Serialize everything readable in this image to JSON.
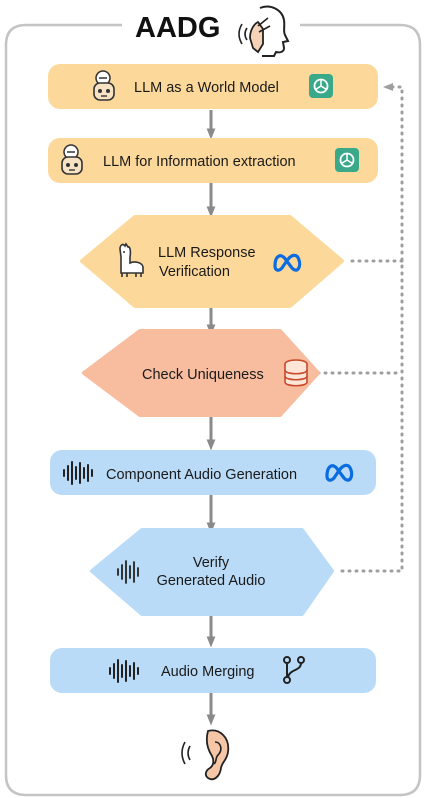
{
  "title": "AADG",
  "colors": {
    "orange_fill": "#fcd99a",
    "salmon_fill": "#f8bd9f",
    "blue_fill": "#b9dbf7",
    "arrow": "#8a8a8a",
    "frame": "#c4c4c4",
    "dotted": "#9e9e9e"
  },
  "nodes": [
    {
      "id": "world-model",
      "shape": "rect",
      "color": "orange",
      "lines": [
        "LLM as a World Model"
      ],
      "left_icon": "robot-icon",
      "right_icon": "openai-logo-icon"
    },
    {
      "id": "info-extraction",
      "shape": "rect",
      "color": "orange",
      "lines": [
        "LLM for Information extraction"
      ],
      "left_icon": "robot-icon",
      "right_icon": "openai-logo-icon"
    },
    {
      "id": "response-verification",
      "shape": "diamond",
      "color": "orange",
      "lines": [
        "LLM Response",
        "Verification"
      ],
      "left_icon": "llama-icon",
      "right_icon": "meta-logo-icon"
    },
    {
      "id": "check-uniqueness",
      "shape": "diamond",
      "color": "salmon",
      "lines": [
        "Check Uniqueness"
      ],
      "right_icon": "database-icon"
    },
    {
      "id": "component-audio-generation",
      "shape": "rect",
      "color": "blue",
      "lines": [
        "Component Audio Generation"
      ],
      "left_icon": "waveform-icon",
      "right_icon": "meta-logo-icon"
    },
    {
      "id": "verify-generated-audio",
      "shape": "diamond",
      "color": "blue",
      "lines": [
        "Verify",
        "Generated Audio"
      ],
      "left_icon": "waveform-icon"
    },
    {
      "id": "audio-merging",
      "shape": "rect",
      "color": "blue",
      "lines": [
        "Audio Merging"
      ],
      "left_icon": "waveform-icon",
      "right_icon": "merge-icon"
    }
  ],
  "edges": [
    {
      "from": "world-model",
      "to": "info-extraction"
    },
    {
      "from": "info-extraction",
      "to": "response-verification"
    },
    {
      "from": "response-verification",
      "to": "check-uniqueness"
    },
    {
      "from": "check-uniqueness",
      "to": "component-audio-generation"
    },
    {
      "from": "component-audio-generation",
      "to": "verify-generated-audio"
    },
    {
      "from": "verify-generated-audio",
      "to": "audio-merging"
    },
    {
      "from": "audio-merging",
      "to": "ear-output"
    }
  ],
  "feedback": {
    "style": "dotted",
    "sources": [
      "response-verification",
      "check-uniqueness",
      "verify-generated-audio"
    ],
    "target": "world-model"
  },
  "output_icon": "ear-icon",
  "title_icon": "speaking-head-icon"
}
